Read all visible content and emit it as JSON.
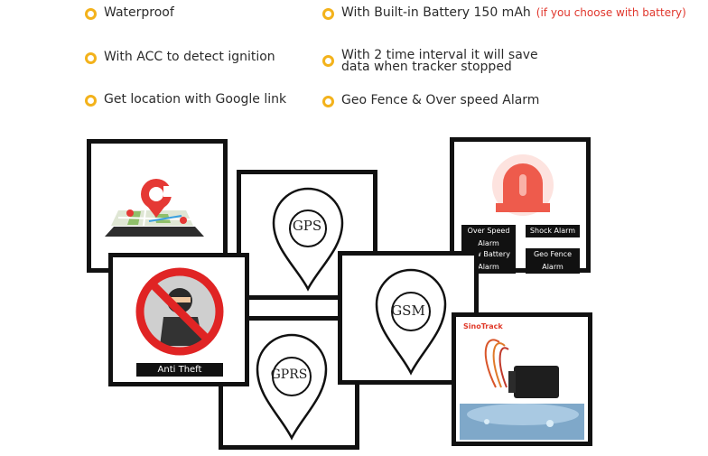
{
  "features": {
    "waterproof": "Waterproof",
    "battery": "With Built-in Battery 150 mAh",
    "battery_note": "(if you choose with battery)",
    "acc": "With ACC to detect ignition",
    "interval_line1": "With 2 time interval it will save",
    "interval_line2": "data when tracker stopped",
    "google": "Get location with Google link",
    "geofence": "Geo Fence & Over speed Alarm"
  },
  "cards": {
    "gps_label": "GPS",
    "gsm_label": "GSM",
    "gprs_label": "GPRS",
    "anti_theft": "Anti Theft",
    "alarms": [
      "Over Speed Alarm",
      "Shock Alarm",
      "Low Battery Alarm",
      "Geo Fence Alarm"
    ],
    "brand": "SinoTrack"
  },
  "colors": {
    "accent": "#f3b21b",
    "note_red": "#e0362c",
    "frame": "#111111"
  }
}
